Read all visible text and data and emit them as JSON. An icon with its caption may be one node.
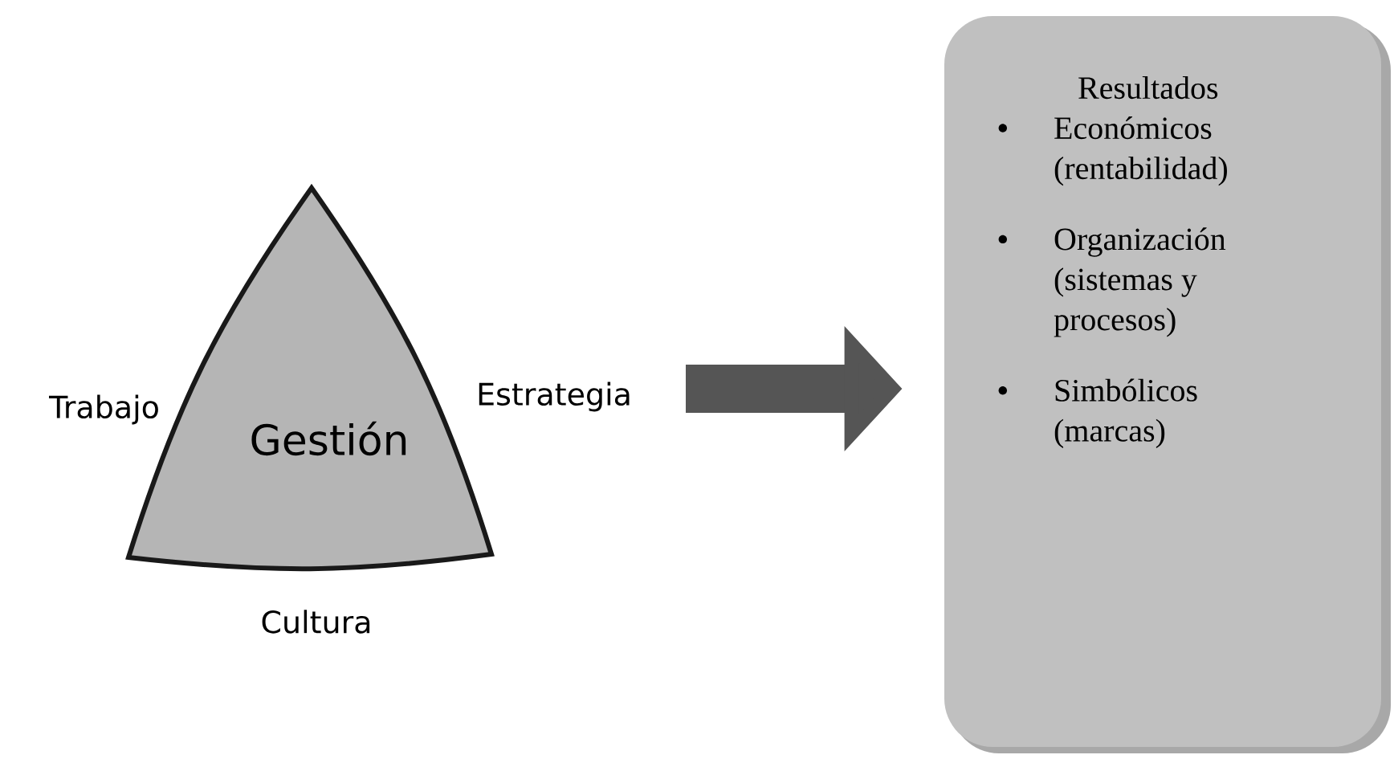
{
  "diagram": {
    "nodes": [
      {
        "text": [
          "Gestión"
        ],
        "beside": [
          "Trabajo",
          "Estrategia",
          "Cultura"
        ]
      },
      {
        "text": [
          "Resultados",
          "Económicos (rentabilidad)",
          "Organización (sistemas y procesos)",
          "Simbólicos (marcas)"
        ]
      }
    ],
    "edges": [
      {
        "from": 0,
        "to": 1,
        "arrow": "to"
      }
    ]
  }
}
